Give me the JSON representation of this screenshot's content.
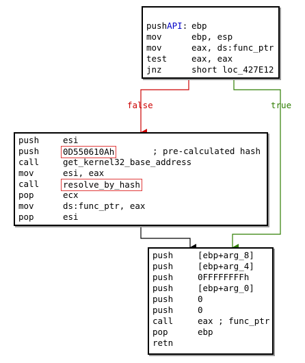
{
  "colors": {
    "false_edge": "#cc0000",
    "true_edge": "#2e7d00",
    "highlight_box": "#e03a3a",
    "label_blue": "#0000c8"
  },
  "top_block": {
    "label": "API",
    "label_colon": ":",
    "lines": [
      {
        "mnemonic": "push",
        "operand": "ebp"
      },
      {
        "mnemonic": "mov",
        "operand": "ebp, esp"
      },
      {
        "mnemonic": "mov",
        "operand": "eax, ds:func_ptr"
      },
      {
        "mnemonic": "test",
        "operand": "eax, eax"
      },
      {
        "mnemonic": "jnz",
        "operand": "short loc_427E12"
      }
    ]
  },
  "edges": {
    "false_label": "false",
    "true_label": "true"
  },
  "middle_block": {
    "lines": [
      {
        "mnemonic": "push",
        "operand": "esi",
        "comment": ""
      },
      {
        "mnemonic": "push",
        "operand": "0D550610Ah",
        "comment": "; pre-calculated hash"
      },
      {
        "mnemonic": "call",
        "operand": "get_kernel32_base_address",
        "comment": ""
      },
      {
        "mnemonic": "mov",
        "operand": "esi, eax",
        "comment": ""
      },
      {
        "mnemonic": "call",
        "operand": "resolve_by_hash",
        "comment": ""
      },
      {
        "mnemonic": "pop",
        "operand": "ecx",
        "comment": ""
      },
      {
        "mnemonic": "mov",
        "operand": "ds:func_ptr, eax",
        "comment": ""
      },
      {
        "mnemonic": "pop",
        "operand": "esi",
        "comment": ""
      }
    ]
  },
  "bottom_block": {
    "lines": [
      {
        "mnemonic": "push",
        "operand": "[ebp+arg_8]"
      },
      {
        "mnemonic": "push",
        "operand": "[ebp+arg_4]"
      },
      {
        "mnemonic": "push",
        "operand": "0FFFFFFFFh"
      },
      {
        "mnemonic": "push",
        "operand": "[ebp+arg_0]"
      },
      {
        "mnemonic": "push",
        "operand": "0"
      },
      {
        "mnemonic": "push",
        "operand": "0"
      },
      {
        "mnemonic": "call",
        "operand": "eax ; func_ptr"
      },
      {
        "mnemonic": "pop",
        "operand": "ebp"
      },
      {
        "mnemonic": "retn",
        "operand": ""
      }
    ]
  }
}
